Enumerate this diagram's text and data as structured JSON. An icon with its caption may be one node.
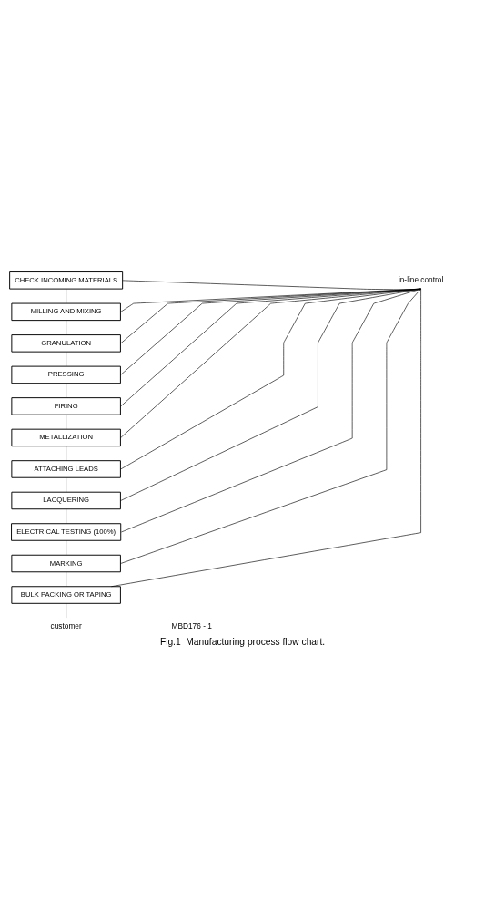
{
  "diagram": {
    "caption": "Fig.1  Manufacturing process flow chart.",
    "nodes": [
      {
        "text": [
          "CHECK INCOMING MATERIALS"
        ]
      },
      {
        "text": [
          "MILLING AND MIXING"
        ]
      },
      {
        "text": [
          "GRANULATION"
        ]
      },
      {
        "text": [
          "PRESSING"
        ]
      },
      {
        "text": [
          "FIRING"
        ]
      },
      {
        "text": [
          "METALLIZATION"
        ]
      },
      {
        "text": [
          "ATTACHING LEADS"
        ]
      },
      {
        "text": [
          "LACQUERING"
        ]
      },
      {
        "text": [
          "ELECTRICAL TESTING (100%)"
        ]
      },
      {
        "text": [
          "MARKING"
        ]
      },
      {
        "text": [
          "BULK PACKING OR TAPING"
        ]
      },
      {
        "text": [
          "customer"
        ]
      },
      {
        "text": [
          "in-line control"
        ]
      }
    ],
    "edges": [
      {
        "from": 0,
        "to": 1,
        "arrow": "none"
      },
      {
        "from": 1,
        "to": 2,
        "arrow": "none"
      },
      {
        "from": 2,
        "to": 3,
        "arrow": "none"
      },
      {
        "from": 3,
        "to": 4,
        "arrow": "none"
      },
      {
        "from": 4,
        "to": 5,
        "arrow": "none"
      },
      {
        "from": 5,
        "to": 6,
        "arrow": "none"
      },
      {
        "from": 6,
        "to": 7,
        "arrow": "none"
      },
      {
        "from": 7,
        "to": 8,
        "arrow": "none"
      },
      {
        "from": 8,
        "to": 9,
        "arrow": "none"
      },
      {
        "from": 9,
        "to": 10,
        "arrow": "none"
      },
      {
        "from": 10,
        "to": 11,
        "arrow": "none"
      },
      {
        "from": 0,
        "to": 12,
        "arrow": "none"
      },
      {
        "from": 1,
        "to": 12,
        "arrow": "none"
      },
      {
        "from": 2,
        "to": 12,
        "arrow": "none"
      },
      {
        "from": 3,
        "to": 12,
        "arrow": "none"
      },
      {
        "from": 4,
        "to": 12,
        "arrow": "none"
      },
      {
        "from": 5,
        "to": 12,
        "arrow": "none"
      },
      {
        "from": 6,
        "to": 12,
        "arrow": "none"
      },
      {
        "from": 7,
        "to": 12,
        "arrow": "none"
      },
      {
        "from": 8,
        "to": 12,
        "arrow": "none"
      },
      {
        "from": 9,
        "to": 12,
        "arrow": "none"
      },
      {
        "from": 10,
        "to": 12,
        "arrow": "none"
      }
    ],
    "labels": [
      "MBD176 - 1"
    ]
  }
}
